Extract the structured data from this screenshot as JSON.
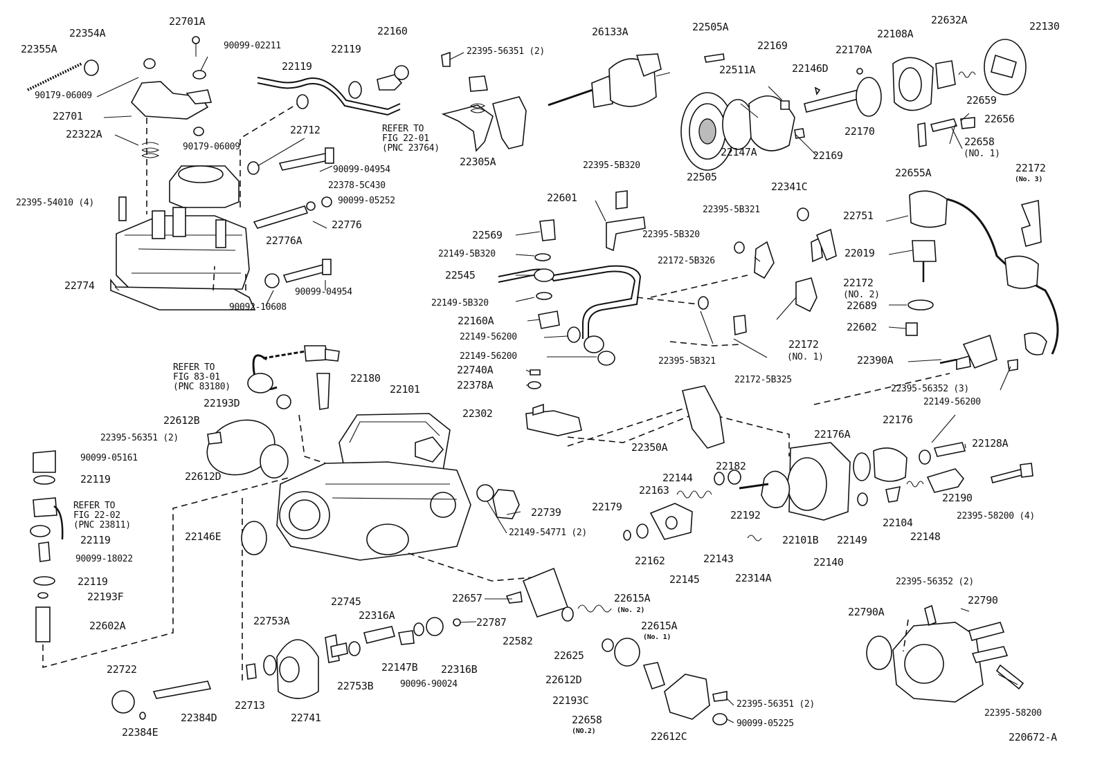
{
  "diagram_id": "220672-A",
  "callouts": [
    {
      "key": "c22355A",
      "text": "22355A"
    },
    {
      "key": "c22354A",
      "text": "22354A"
    },
    {
      "key": "c22701A",
      "text": "22701A"
    },
    {
      "key": "c90099_02211",
      "text": "90099-02211"
    },
    {
      "key": "c22119_a",
      "text": "22119"
    },
    {
      "key": "c22160",
      "text": "22160"
    },
    {
      "key": "c22119_b",
      "text": "22119"
    },
    {
      "key": "c90179_06009_a",
      "text": "90179-06009"
    },
    {
      "key": "c22701",
      "text": "22701"
    },
    {
      "key": "c90179_06009_b",
      "text": "90179-06009"
    },
    {
      "key": "c22322A",
      "text": "22322A"
    },
    {
      "key": "c22712",
      "text": "22712"
    },
    {
      "key": "c90099_04954_a",
      "text": "90099-04954"
    },
    {
      "key": "c22378_5C430",
      "text": "22378-5C430"
    },
    {
      "key": "c90099_05252",
      "text": "90099-05252"
    },
    {
      "key": "c22395_54010",
      "text": "22395-54010 (4)"
    },
    {
      "key": "c22776",
      "text": "22776"
    },
    {
      "key": "c22776A",
      "text": "22776A"
    },
    {
      "key": "c22774",
      "text": "22774"
    },
    {
      "key": "c90099_04954_b",
      "text": "90099-04954"
    },
    {
      "key": "c90092_10608",
      "text": "90092-10608"
    },
    {
      "key": "c22395_56351_t",
      "text": "22395-56351 (2)"
    },
    {
      "key": "c26133A",
      "text": "26133A"
    },
    {
      "key": "c22305A",
      "text": "22305A"
    },
    {
      "key": "c22395_5B320_a",
      "text": "22395-5B320"
    },
    {
      "key": "c22601",
      "text": "22601"
    },
    {
      "key": "c22569",
      "text": "22569"
    },
    {
      "key": "c22149_5B320_a",
      "text": "22149-5B320"
    },
    {
      "key": "c22545",
      "text": "22545"
    },
    {
      "key": "c22149_5B320_b",
      "text": "22149-5B320"
    },
    {
      "key": "c22160A",
      "text": "22160A"
    },
    {
      "key": "c22149_56200_a",
      "text": "22149-56200"
    },
    {
      "key": "c22149_56200_b",
      "text": "22149-56200"
    },
    {
      "key": "c22740A",
      "text": "22740A"
    },
    {
      "key": "c22378A",
      "text": "22378A"
    },
    {
      "key": "c22302",
      "text": "22302"
    },
    {
      "key": "c22505A",
      "text": "22505A"
    },
    {
      "key": "c22169_a",
      "text": "22169"
    },
    {
      "key": "c22511A",
      "text": "22511A"
    },
    {
      "key": "c22170A",
      "text": "22170A"
    },
    {
      "key": "c22146D",
      "text": "22146D"
    },
    {
      "key": "c22108A",
      "text": "22108A"
    },
    {
      "key": "c22632A",
      "text": "22632A"
    },
    {
      "key": "c22130",
      "text": "22130"
    },
    {
      "key": "c22659",
      "text": "22659"
    },
    {
      "key": "c22656",
      "text": "22656"
    },
    {
      "key": "c22170",
      "text": "22170"
    },
    {
      "key": "c22658_1",
      "text": "22658"
    },
    {
      "key": "c22658_1n",
      "text": "(NO. 1)"
    },
    {
      "key": "c22169_b",
      "text": "22169"
    },
    {
      "key": "c22147A",
      "text": "22147A"
    },
    {
      "key": "c22655A",
      "text": "22655A"
    },
    {
      "key": "c22505",
      "text": "22505"
    },
    {
      "key": "c22341C",
      "text": "22341C"
    },
    {
      "key": "c22172_3",
      "text": "22172"
    },
    {
      "key": "c22172_3n",
      "text": "(No. 3)"
    },
    {
      "key": "c22395_5B321_a",
      "text": "22395-5B321"
    },
    {
      "key": "c22395_5B320_b",
      "text": "22395-5B320"
    },
    {
      "key": "c22751",
      "text": "22751"
    },
    {
      "key": "c22172_5B326",
      "text": "22172-5B326"
    },
    {
      "key": "c22019",
      "text": "22019"
    },
    {
      "key": "c22172_2",
      "text": "22172"
    },
    {
      "key": "c22172_2n",
      "text": "(NO. 2)"
    },
    {
      "key": "c22689",
      "text": "22689"
    },
    {
      "key": "c22602",
      "text": "22602"
    },
    {
      "key": "c22172_1",
      "text": "22172"
    },
    {
      "key": "c22172_1n",
      "text": "(NO. 1)"
    },
    {
      "key": "c22395_5B321_b",
      "text": "22395-5B321"
    },
    {
      "key": "c22390A",
      "text": "22390A"
    },
    {
      "key": "c22172_5B325",
      "text": "22172-5B325"
    },
    {
      "key": "c22395_56352_3",
      "text": "22395-56352 (3)"
    },
    {
      "key": "c22149_56200_c",
      "text": "22149-56200"
    },
    {
      "key": "c22180",
      "text": "22180"
    },
    {
      "key": "c22101",
      "text": "22101"
    },
    {
      "key": "c22193D",
      "text": "22193D"
    },
    {
      "key": "c22612B",
      "text": "22612B"
    },
    {
      "key": "c22395_56351_m",
      "text": "22395-56351 (2)"
    },
    {
      "key": "c22612D_a",
      "text": "22612D"
    },
    {
      "key": "c90099_05161",
      "text": "90099-05161"
    },
    {
      "key": "c22119_c",
      "text": "22119"
    },
    {
      "key": "c22119_d",
      "text": "22119"
    },
    {
      "key": "c90099_18022",
      "text": "90099-18022"
    },
    {
      "key": "c22119_e",
      "text": "22119"
    },
    {
      "key": "c22193F",
      "text": "22193F"
    },
    {
      "key": "c22602A",
      "text": "22602A"
    },
    {
      "key": "c22146E",
      "text": "22146E"
    },
    {
      "key": "c22739",
      "text": "22739"
    },
    {
      "key": "c22149_54771",
      "text": "22149-54771 (2)"
    },
    {
      "key": "c22350A",
      "text": "22350A"
    },
    {
      "key": "c22176A",
      "text": "22176A"
    },
    {
      "key": "c22176",
      "text": "22176"
    },
    {
      "key": "c22128A",
      "text": "22128A"
    },
    {
      "key": "c22144",
      "text": "22144"
    },
    {
      "key": "c22182",
      "text": "22182"
    },
    {
      "key": "c22163",
      "text": "22163"
    },
    {
      "key": "c22179",
      "text": "22179"
    },
    {
      "key": "c22192",
      "text": "22192"
    },
    {
      "key": "c22101B",
      "text": "22101B"
    },
    {
      "key": "c22104",
      "text": "22104"
    },
    {
      "key": "c22190",
      "text": "22190"
    },
    {
      "key": "c22395_58200_4",
      "text": "22395-58200 (4)"
    },
    {
      "key": "c22148",
      "text": "22148"
    },
    {
      "key": "c22149",
      "text": "22149"
    },
    {
      "key": "c22162",
      "text": "22162"
    },
    {
      "key": "c22143",
      "text": "22143"
    },
    {
      "key": "c22140",
      "text": "22140"
    },
    {
      "key": "c22145",
      "text": "22145"
    },
    {
      "key": "c22314A",
      "text": "22314A"
    },
    {
      "key": "c22657",
      "text": "22657"
    },
    {
      "key": "c22615A_2",
      "text": "22615A"
    },
    {
      "key": "c22615A_2n",
      "text": "(No. 2)"
    },
    {
      "key": "c22615A_1",
      "text": "22615A"
    },
    {
      "key": "c22615A_1n",
      "text": "(No. 1)"
    },
    {
      "key": "c22745",
      "text": "22745"
    },
    {
      "key": "c22753A",
      "text": "22753A"
    },
    {
      "key": "c22316A",
      "text": "22316A"
    },
    {
      "key": "c22787",
      "text": "22787"
    },
    {
      "key": "c22582",
      "text": "22582"
    },
    {
      "key": "c22625",
      "text": "22625"
    },
    {
      "key": "c22753B",
      "text": "22753B"
    },
    {
      "key": "c22147B",
      "text": "22147B"
    },
    {
      "key": "c22316B",
      "text": "22316B"
    },
    {
      "key": "c90096_90024",
      "text": "90096-90024"
    },
    {
      "key": "c22612D_b",
      "text": "22612D"
    },
    {
      "key": "c22193C",
      "text": "22193C"
    },
    {
      "key": "c22722",
      "text": "22722"
    },
    {
      "key": "c22713",
      "text": "22713"
    },
    {
      "key": "c22741",
      "text": "22741"
    },
    {
      "key": "c22384D",
      "text": "22384D"
    },
    {
      "key": "c22384E",
      "text": "22384E"
    },
    {
      "key": "c22658_2",
      "text": "22658"
    },
    {
      "key": "c22658_2n",
      "text": "(NO.2)"
    },
    {
      "key": "c22612C",
      "text": "22612C"
    },
    {
      "key": "c22395_56351_b",
      "text": "22395-56351 (2)"
    },
    {
      "key": "c90099_05225",
      "text": "90099-05225"
    },
    {
      "key": "c22395_56352_2",
      "text": "22395-56352 (2)"
    },
    {
      "key": "c22790A",
      "text": "22790A"
    },
    {
      "key": "c22790",
      "text": "22790"
    },
    {
      "key": "c22395_58200",
      "text": "22395-58200"
    }
  ],
  "references": [
    {
      "key": "r1",
      "lines": [
        "REFER TO",
        "FIG 22-01",
        "(PNC 23764)"
      ]
    },
    {
      "key": "r2",
      "lines": [
        "REFER TO",
        "FIG 83-01",
        "(PNC 83180)"
      ]
    },
    {
      "key": "r3",
      "lines": [
        "REFER TO",
        "FIG 22-02",
        "(PNC 23811)"
      ]
    }
  ]
}
